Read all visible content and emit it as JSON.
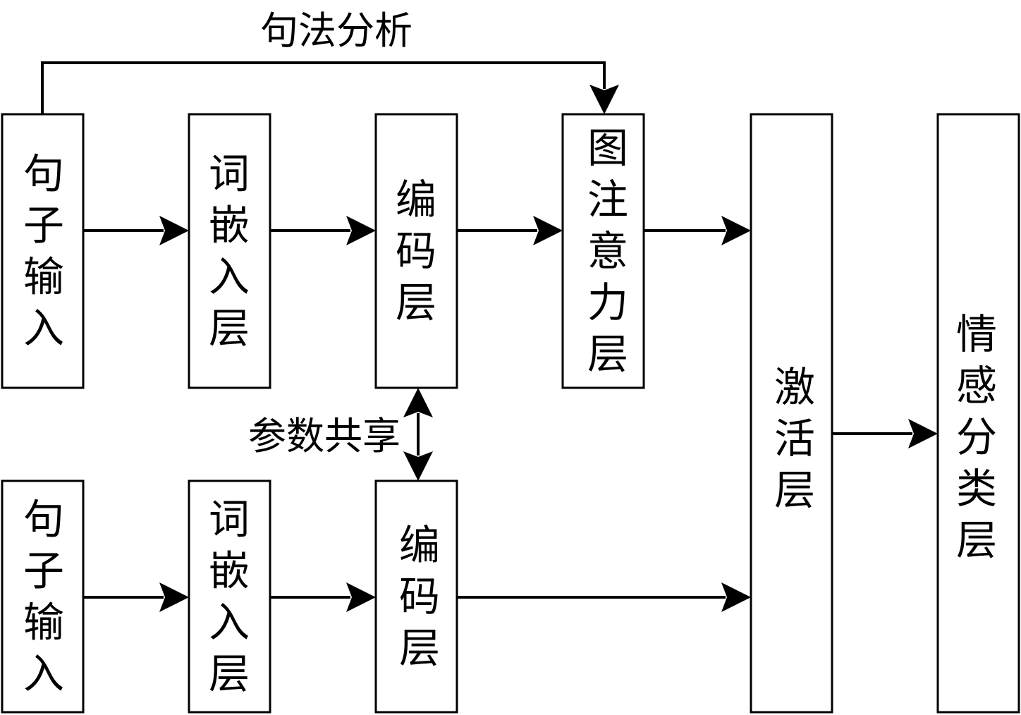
{
  "nodes": {
    "input_top": "句子输入",
    "embed_top": "词嵌入层",
    "encoder_top": "编码层",
    "graph_attention": "图注意力层",
    "input_bottom": "句子输入",
    "embed_bottom": "词嵌入层",
    "encoder_bottom": "编码层",
    "activation": "激活层",
    "classifier": "情感分类层"
  },
  "edge_labels": {
    "syntax": "句法分析",
    "share": "参数共享"
  }
}
